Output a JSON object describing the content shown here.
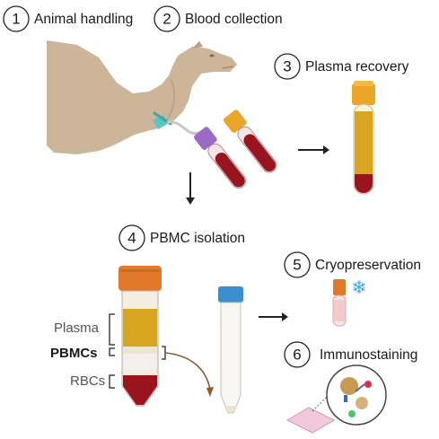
{
  "steps": [
    {
      "number": "1",
      "label": "Animal handling"
    },
    {
      "number": "2",
      "label": "Blood collection"
    },
    {
      "number": "3",
      "label": "Plasma recovery"
    },
    {
      "number": "4",
      "label": "PBMC isolation"
    },
    {
      "number": "5",
      "label": "Cryopreservation"
    },
    {
      "number": "6",
      "label": "Immunostaining"
    }
  ],
  "layers": {
    "plasma": "Plasma",
    "pbmcs": "PBMCs",
    "rbcs": "RBCs"
  },
  "colors": {
    "camel": "#cdb59a",
    "blood": "#9a1420",
    "plasma": "#d8a520",
    "cap_orange": "#e07a2a",
    "cap_yellow": "#e9a62a",
    "cap_blue": "#3a8fd0",
    "cap_purple": "#9a6ac4",
    "snowflake": "#3aa8e6"
  },
  "icons": [
    "snowflake-icon",
    "arrow-right-icon",
    "arrow-down-icon"
  ]
}
